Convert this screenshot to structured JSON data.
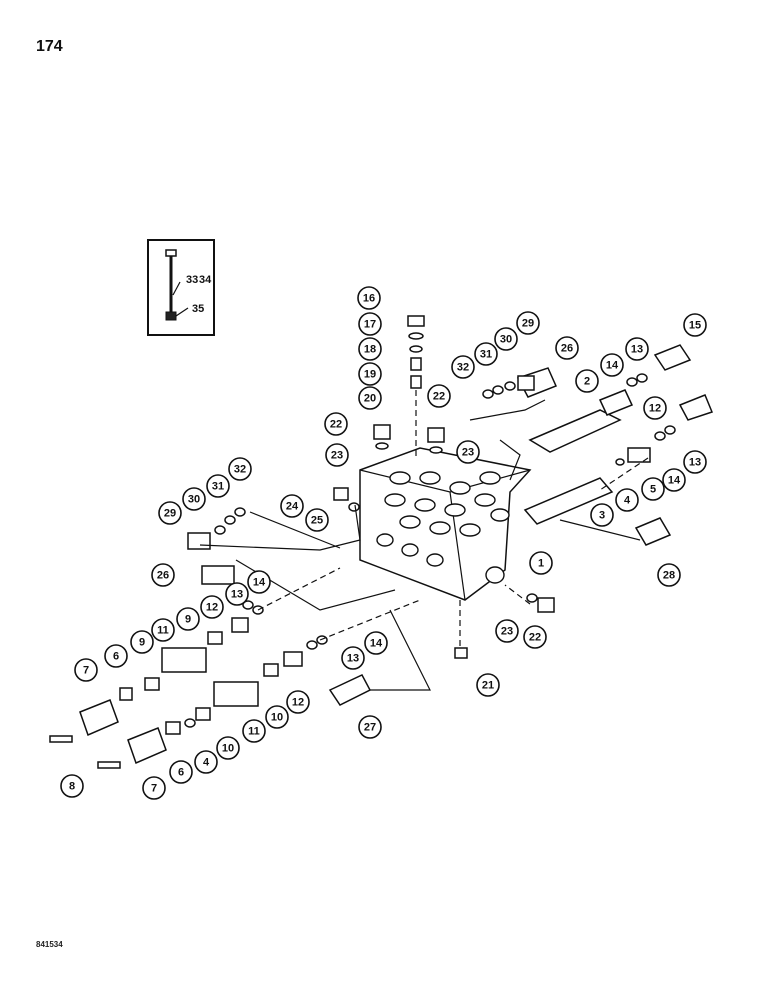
{
  "page": {
    "number": "174",
    "figure_id": "841534"
  },
  "inset": {
    "labels": [
      "33",
      "34",
      "35"
    ]
  },
  "callouts": [
    {
      "id": "c1",
      "label": "1"
    },
    {
      "id": "c2",
      "label": "2"
    },
    {
      "id": "c3",
      "label": "3"
    },
    {
      "id": "c4a",
      "label": "4"
    },
    {
      "id": "c4b",
      "label": "4"
    },
    {
      "id": "c5",
      "label": "5"
    },
    {
      "id": "c6a",
      "label": "6"
    },
    {
      "id": "c6b",
      "label": "6"
    },
    {
      "id": "c7a",
      "label": "7"
    },
    {
      "id": "c7b",
      "label": "7"
    },
    {
      "id": "c8",
      "label": "8"
    },
    {
      "id": "c9a",
      "label": "9"
    },
    {
      "id": "c9b",
      "label": "9"
    },
    {
      "id": "c10a",
      "label": "10"
    },
    {
      "id": "c10b",
      "label": "10"
    },
    {
      "id": "c11a",
      "label": "11"
    },
    {
      "id": "c11b",
      "label": "11"
    },
    {
      "id": "c12a",
      "label": "12"
    },
    {
      "id": "c12b",
      "label": "12"
    },
    {
      "id": "c12c",
      "label": "12"
    },
    {
      "id": "c13a",
      "label": "13"
    },
    {
      "id": "c13b",
      "label": "13"
    },
    {
      "id": "c13c",
      "label": "13"
    },
    {
      "id": "c13d",
      "label": "13"
    },
    {
      "id": "c14a",
      "label": "14"
    },
    {
      "id": "c14b",
      "label": "14"
    },
    {
      "id": "c14c",
      "label": "14"
    },
    {
      "id": "c14d",
      "label": "14"
    },
    {
      "id": "c15",
      "label": "15"
    },
    {
      "id": "c16",
      "label": "16"
    },
    {
      "id": "c17",
      "label": "17"
    },
    {
      "id": "c18",
      "label": "18"
    },
    {
      "id": "c19",
      "label": "19"
    },
    {
      "id": "c20",
      "label": "20"
    },
    {
      "id": "c21",
      "label": "21"
    },
    {
      "id": "c22a",
      "label": "22"
    },
    {
      "id": "c22b",
      "label": "22"
    },
    {
      "id": "c22c",
      "label": "22"
    },
    {
      "id": "c23a",
      "label": "23"
    },
    {
      "id": "c23b",
      "label": "23"
    },
    {
      "id": "c23c",
      "label": "23"
    },
    {
      "id": "c24",
      "label": "24"
    },
    {
      "id": "c25",
      "label": "25"
    },
    {
      "id": "c26a",
      "label": "26"
    },
    {
      "id": "c26b",
      "label": "26"
    },
    {
      "id": "c27",
      "label": "27"
    },
    {
      "id": "c28",
      "label": "28"
    },
    {
      "id": "c29a",
      "label": "29"
    },
    {
      "id": "c29b",
      "label": "29"
    },
    {
      "id": "c30a",
      "label": "30"
    },
    {
      "id": "c30b",
      "label": "30"
    },
    {
      "id": "c31a",
      "label": "31"
    },
    {
      "id": "c31b",
      "label": "31"
    },
    {
      "id": "c32a",
      "label": "32"
    },
    {
      "id": "c32b",
      "label": "32"
    }
  ]
}
